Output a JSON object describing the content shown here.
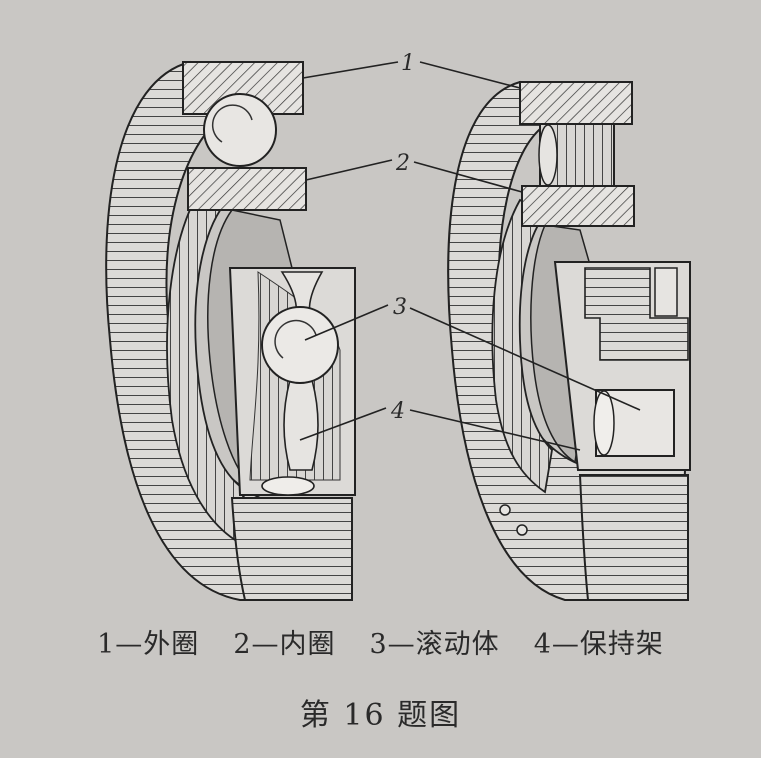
{
  "figure": {
    "callouts": [
      "1",
      "2",
      "3",
      "4"
    ],
    "legend": [
      {
        "text": "1—外圈"
      },
      {
        "text": "2—内圈"
      },
      {
        "text": "3—滚动体"
      },
      {
        "text": "4—保持架"
      }
    ],
    "title": "第 16 题图"
  },
  "colors": {
    "paper": "#c9c7c4",
    "ink": "#2a2a2a",
    "metal_light": "#e6e4e1",
    "metal_mid": "#d4d2cf",
    "inner_face": "#b6b4b1"
  }
}
